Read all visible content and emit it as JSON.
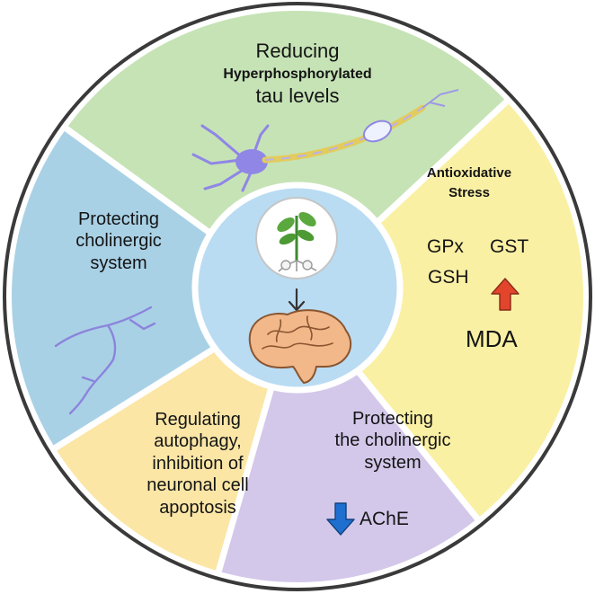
{
  "colors": {
    "rim": "#3a3a3a",
    "tau": "#c6e3b6",
    "antioxidative": "#faf0a4",
    "cholinergic_right": "#d3c8ea",
    "autophagy": "#fbe6a6",
    "cholinergic_left": "#a9d1e6",
    "center": "#b9dcf3",
    "arrow_up": "#e2452b",
    "arrow_down": "#1f6fd0",
    "neuron": "#8f86e6"
  },
  "segments": {
    "tau": {
      "line1": "Reducing",
      "line2": "Hyperphosphorylated",
      "line3": "tau levels",
      "image": "neuron-illustration"
    },
    "antioxidative": {
      "title1": "Antioxidative",
      "title2": "Stress",
      "gpx": "GPx",
      "gst": "GST",
      "gsh": "GSH",
      "mda": "MDA",
      "mda_trend": "up"
    },
    "cholinergic_right": {
      "line1": "Protecting",
      "line2": "the cholinergic",
      "line3": "system",
      "ache": "AChE",
      "ache_trend": "down"
    },
    "autophagy": {
      "line1": "Regulating",
      "line2": "autophagy,",
      "line3": "inhibition of",
      "line4": "neuronal cell",
      "line5": "apoptosis"
    },
    "cholinergic_left": {
      "line1": "Protecting",
      "line2": "cholinergic",
      "line3": "system",
      "image": "nerve-fiber-illustration"
    }
  },
  "center": {
    "top_icon": "plant-icon",
    "arrow_icon": "down-arrow-icon",
    "bottom_icon": "brain-icon"
  }
}
